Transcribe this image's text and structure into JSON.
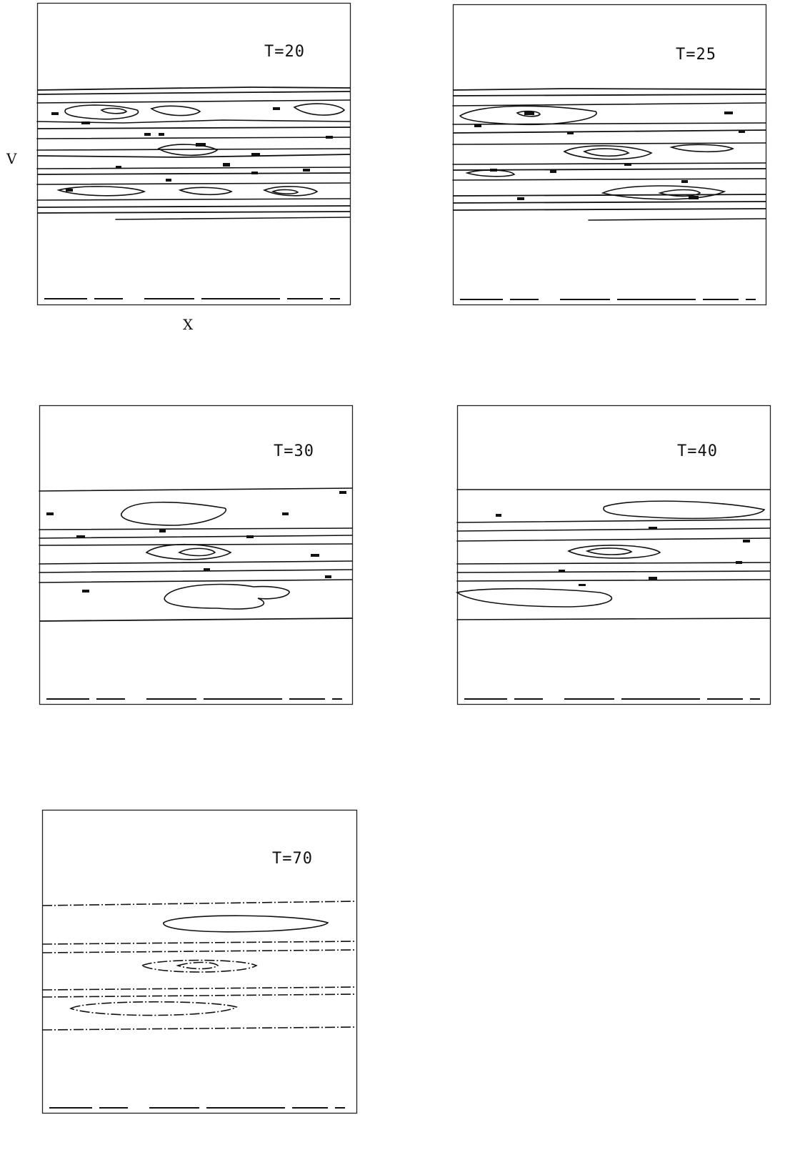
{
  "axis_labels": {
    "y": "V",
    "x": "X"
  },
  "panels": [
    {
      "label": "T=20"
    },
    {
      "label": "T=25"
    },
    {
      "label": "T=30"
    },
    {
      "label": "T=40"
    },
    {
      "label": "T=70"
    }
  ]
}
